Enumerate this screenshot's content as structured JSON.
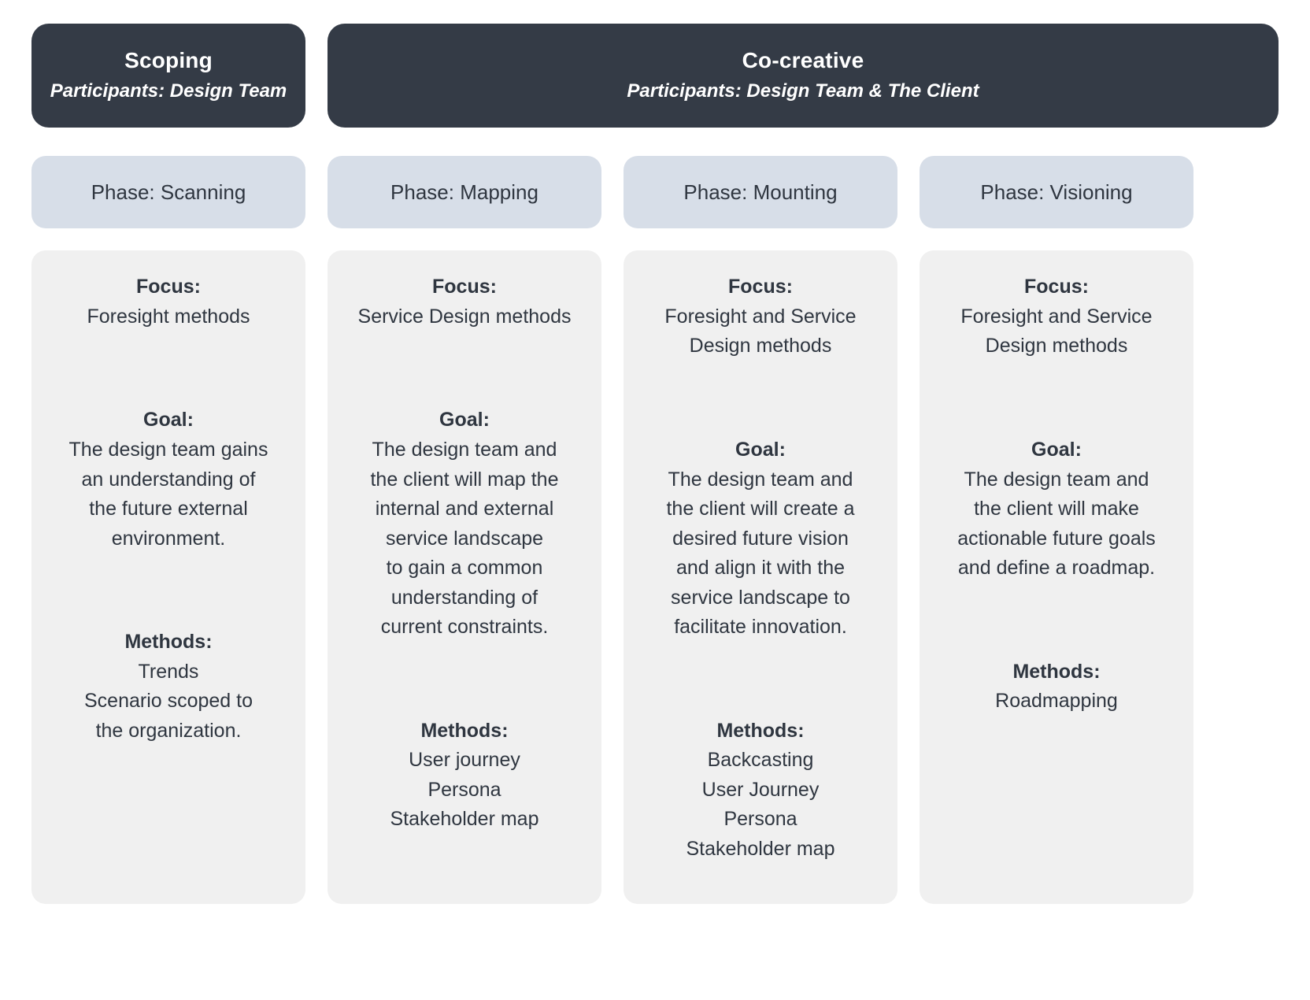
{
  "stages": [
    {
      "title": "Scoping",
      "participants": "Participants: Design Team"
    },
    {
      "title": "Co-creative",
      "participants": "Participants: Design Team & The Client"
    }
  ],
  "labels": {
    "focus": "Focus:",
    "goal": "Goal:",
    "methods": "Methods:"
  },
  "colors": {
    "stage_bg": "#343b46",
    "stage_text": "#ffffff",
    "phase_bg": "#d7dee8",
    "card_bg": "#f0f0f0",
    "body_text": "#2f3640",
    "page_bg": "#ffffff"
  },
  "columns": [
    {
      "phase": "Phase: Scanning",
      "focus": "Foresight methods",
      "goal": "The design team gains\nan understanding of\nthe future external\nenvironment.",
      "methods": "Trends\nScenario scoped to\nthe organization."
    },
    {
      "phase": "Phase: Mapping",
      "focus": "Service Design methods",
      "goal": "The design team and\nthe client will map the\ninternal and external\nservice landscape\nto gain a common\nunderstanding of\ncurrent constraints.",
      "methods": "User journey\nPersona\nStakeholder map"
    },
    {
      "phase": "Phase: Mounting",
      "focus": "Foresight and Service\nDesign methods",
      "goal": "The design team and\nthe client will create a\ndesired future vision\nand align it with the\nservice landscape to\nfacilitate innovation.",
      "methods": "Backcasting\nUser Journey\nPersona\nStakeholder map"
    },
    {
      "phase": "Phase: Visioning",
      "focus": "Foresight and Service\nDesign methods",
      "goal": "The design team and\nthe client will make\nactionable future goals\nand define a roadmap.",
      "methods": "Roadmapping"
    }
  ]
}
